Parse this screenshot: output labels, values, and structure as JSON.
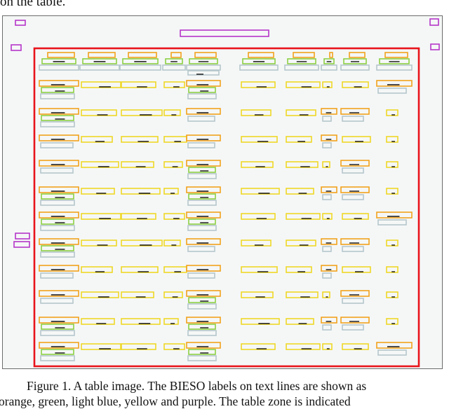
{
  "header": {
    "text": "on the table."
  },
  "caption": {
    "line1": "Figure 1. A table image. The BIESO labels on text lines are shown as",
    "line2": "orange, green, light blue, yellow and purple. The table zone is indicated"
  },
  "colors": {
    "background": "#f5f7f7",
    "table_zone": "#e8141b",
    "B": "#f2a21c",
    "I": "#8ed144",
    "E": "#b6c7cc",
    "S": "#efd727",
    "O": "#b535c9",
    "ink": "#111111"
  }
}
